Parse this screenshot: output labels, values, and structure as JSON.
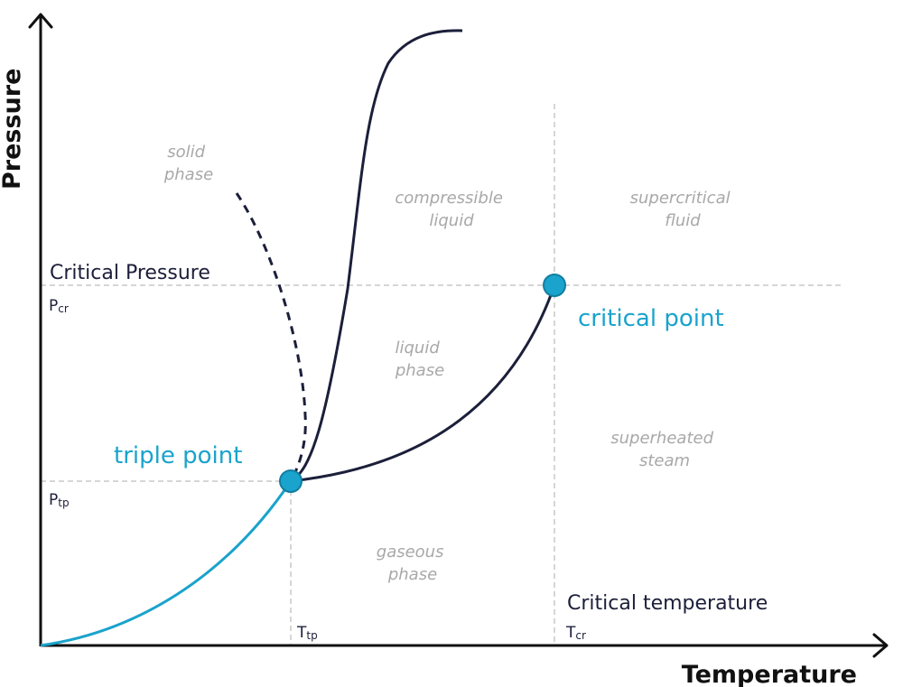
{
  "axes": {
    "x_title": "Temperature",
    "y_title": "Pressure"
  },
  "labels": {
    "critical_pressure": "Critical Pressure",
    "critical_temperature": "Critical temperature",
    "triple_point": "triple point",
    "critical_point": "critical point"
  },
  "symbols": {
    "p_cr": {
      "base": "P",
      "sub": "cr"
    },
    "p_tp": {
      "base": "P",
      "sub": "tp"
    },
    "t_tp": {
      "base": "T",
      "sub": "tp"
    },
    "t_cr": {
      "base": "T",
      "sub": "cr"
    }
  },
  "regions": {
    "solid": [
      "solid",
      "phase"
    ],
    "compressible_liquid": [
      "compressible",
      "liquid"
    ],
    "supercritical_fluid": [
      "supercritical",
      "fluid"
    ],
    "liquid": [
      "liquid",
      "phase"
    ],
    "superheated_steam": [
      "superheated",
      "steam"
    ],
    "gaseous": [
      "gaseous",
      "phase"
    ]
  },
  "colors": {
    "curve": "#1c1f3a",
    "sublimation_curve": "#1aa3cc",
    "point_fill": "#1aa3cc",
    "point_stroke": "#137ea0",
    "guide": "#c8c8c8",
    "region_text": "#a8a8a8"
  }
}
